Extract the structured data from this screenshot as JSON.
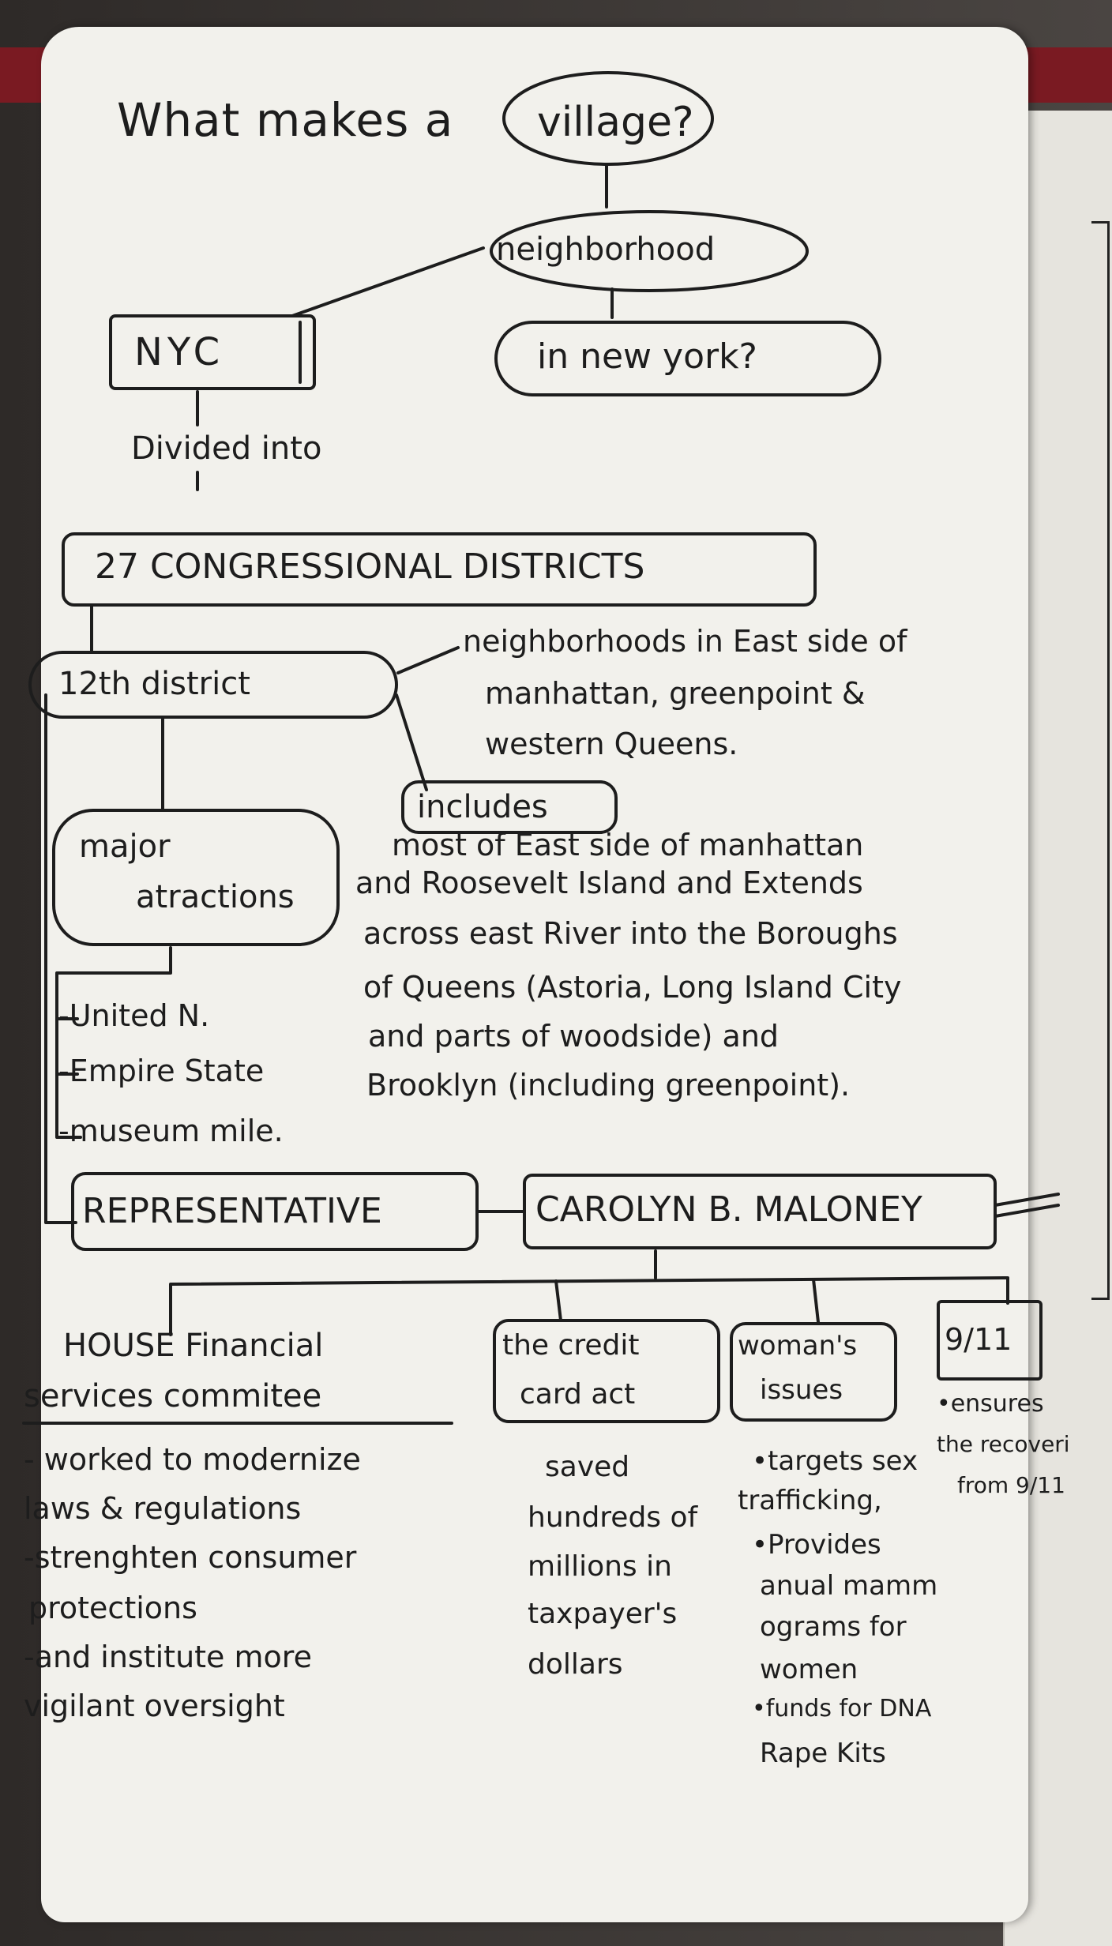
{
  "diagram": {
    "title": "What makes a",
    "root": "village?",
    "neighborhood": "neighborhood",
    "nyc": "NYC",
    "in_new_york": "in new york?",
    "divided_into": "Divided into",
    "districts": "27 CONGRESSIONAL DISTRICTS",
    "district12": "12th district",
    "district12_desc": [
      "neighborhoods in East side of",
      "manhattan, greenpoint &",
      "western Queens."
    ],
    "includes": "includes",
    "includes_desc": [
      "most of East side of manhattan",
      "and Roosevelt Island and Extends",
      "across east River into the Boroughs",
      "of Queens (Astoria, Long Island City",
      "and parts of woodside) and",
      "Brooklyn (including greenpoint)."
    ],
    "major_attractions": [
      "major",
      "atractions"
    ],
    "attractions": [
      "-United N.",
      "-Empire State",
      "-museum mile."
    ],
    "representative": "REPRESENTATIVE",
    "carolyn": "CAROLYN B. MALONEY",
    "house": [
      "HOUSE Financial",
      "services commitee"
    ],
    "house_notes": [
      "- worked to modernize",
      "laws & regulations",
      "-strenghten consumer",
      "protections",
      "-and institute more",
      "vigilant oversight"
    ],
    "credit": [
      "the credit",
      "card act"
    ],
    "credit_notes": [
      "saved",
      "hundreds of",
      "millions in",
      "taxpayer's",
      "dollars"
    ],
    "womans": [
      "woman's",
      "issues"
    ],
    "womans_notes": [
      "•targets sex",
      "trafficking,",
      "•Provides",
      "anual mamm",
      "ograms for",
      "women",
      "•funds for DNA",
      "Rape Kits"
    ],
    "nine_eleven": "9/11",
    "nine_eleven_notes": [
      "•ensures",
      "the recoveri",
      "from 9/11"
    ]
  }
}
